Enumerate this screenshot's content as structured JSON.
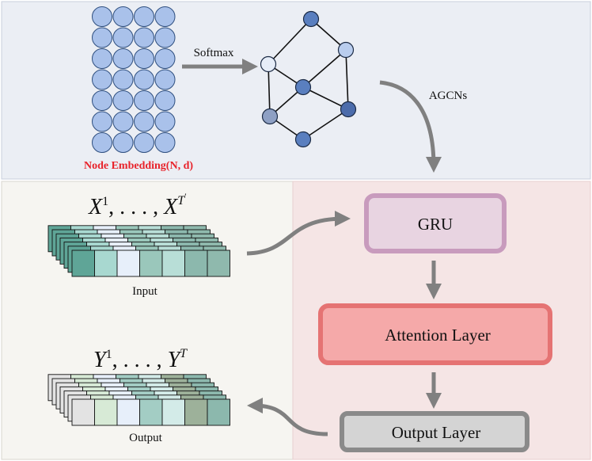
{
  "embedding": {
    "label": "Node Embedding(N, d)",
    "rows": 7,
    "cols": 4,
    "fill": "#a9c1ea",
    "stroke": "#2f4f7f",
    "label_color": "#e8232b"
  },
  "arrows": {
    "softmax_label": "Softmax",
    "agcns_label": "AGCNs"
  },
  "graph": {
    "nodes": [
      {
        "id": "n-top",
        "fill": "#5a7fbf"
      },
      {
        "id": "n-left",
        "fill": "#e6edf8"
      },
      {
        "id": "n-right-top",
        "fill": "#b9cdee"
      },
      {
        "id": "n-center",
        "fill": "#5a7fbf"
      },
      {
        "id": "n-right-mid",
        "fill": "#4c6cab"
      },
      {
        "id": "n-bottom-left",
        "fill": "#8ea0c4"
      },
      {
        "id": "n-bottom",
        "fill": "#5a7fbf"
      }
    ],
    "edges": [
      [
        "n-top",
        "n-left"
      ],
      [
        "n-top",
        "n-right-top"
      ],
      [
        "n-left",
        "n-center"
      ],
      [
        "n-left",
        "n-bottom-left"
      ],
      [
        "n-center",
        "n-right-top"
      ],
      [
        "n-right-top",
        "n-right-mid"
      ],
      [
        "n-center",
        "n-right-mid"
      ],
      [
        "n-center",
        "n-bottom-left"
      ],
      [
        "n-bottom-left",
        "n-bottom"
      ],
      [
        "n-bottom",
        "n-right-mid"
      ]
    ]
  },
  "input": {
    "math_base": "X",
    "math_sup1": "1",
    "math_middle": ", . . . , ",
    "math_sup_last": "T",
    "math_prime": "′",
    "caption": "Input",
    "colors": [
      "#5fa597",
      "#a8d8d0",
      "#e7effa",
      "#9ac7bb",
      "#b8ded7",
      "#8cb8ad",
      "#8fb9ad"
    ]
  },
  "output": {
    "math_base": "Y",
    "math_sup1": "1",
    "math_middle": ", . . . , ",
    "math_sup_last": "T",
    "caption": "Output",
    "colors": [
      "#e3e3e3",
      "#d7ead6",
      "#e7effa",
      "#a3cdc4",
      "#d3ebe8",
      "#9db19a",
      "#8cb8ad"
    ]
  },
  "blocks": {
    "gru": {
      "label": "GRU",
      "fill": "#e8d4e1",
      "stroke": "#c89bbd"
    },
    "attention": {
      "label": "Attention Layer",
      "fill": "#f5a9a9",
      "stroke": "#e57373"
    },
    "output_layer": {
      "label": "Output Layer",
      "fill": "#d4d4d4",
      "stroke": "#8a8a8a"
    }
  },
  "colors": {
    "top_panel": "#ebeef4",
    "left_panel": "#f6f5f1",
    "right_panel": "#f5e5e5",
    "arrow": "#808080"
  }
}
